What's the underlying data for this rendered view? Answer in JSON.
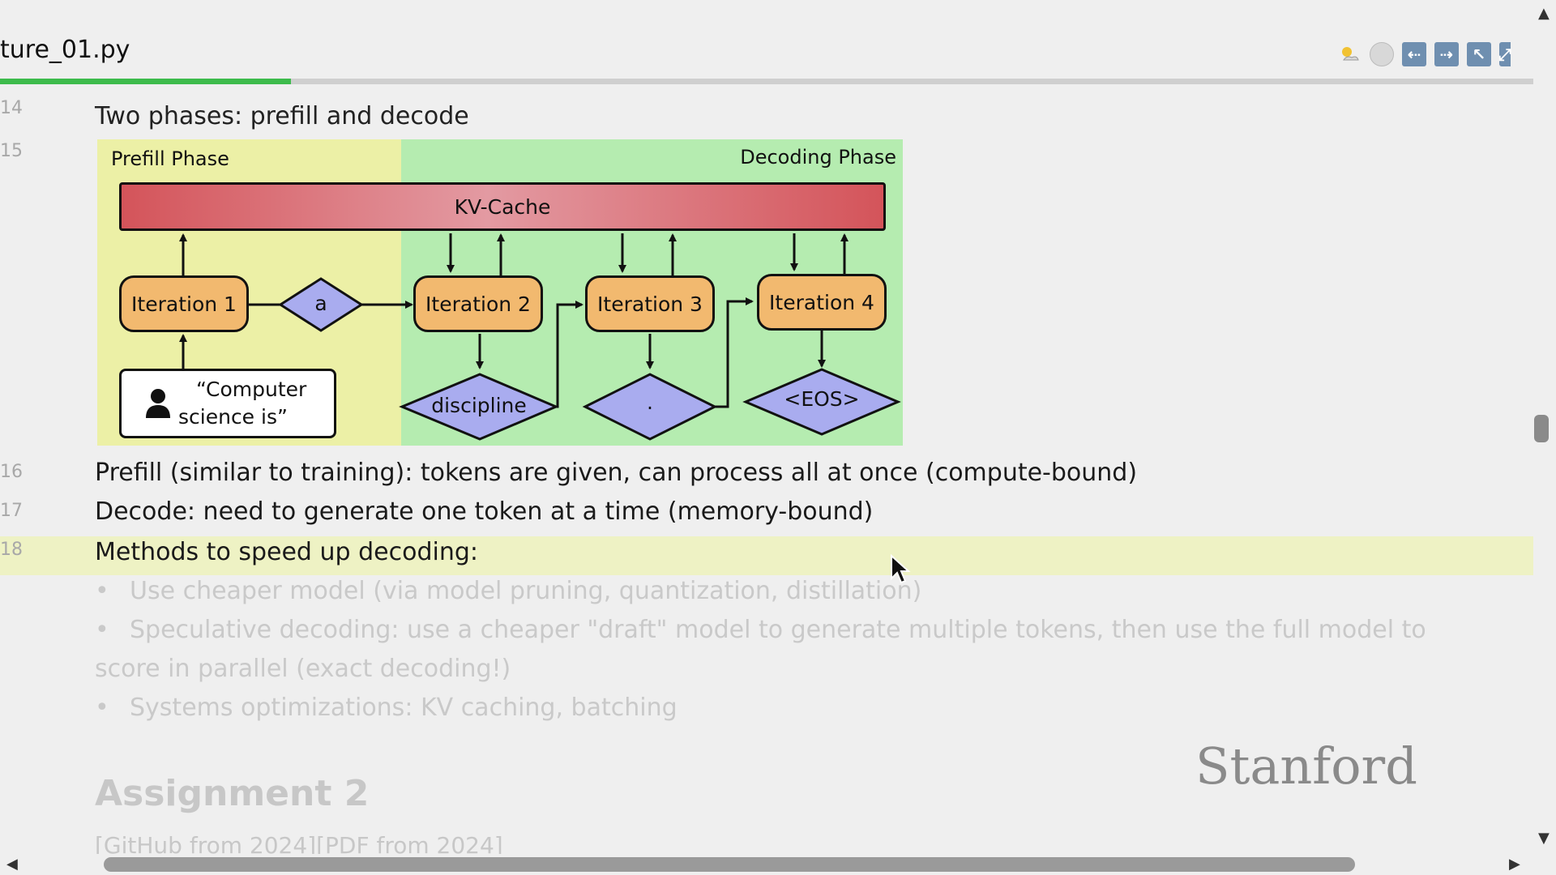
{
  "file_title": "ture_01.py",
  "progress": {
    "fraction": 0.19
  },
  "toolbar": {
    "icons": [
      "theme-icon",
      "circle-icon",
      "arrow-left-icon",
      "arrow-right-icon",
      "arrow-up-left-icon",
      "expand-icon"
    ],
    "glyphs": {
      "left": "⇠",
      "right": "⇢",
      "upleft": "↖",
      "expand": "⤢"
    }
  },
  "lines": {
    "top_cut": {
      "number": "14",
      "text": "Two phases: prefill and decode"
    },
    "l15": {
      "number": "15"
    },
    "l16": {
      "number": "16",
      "text": "Prefill (similar to training): tokens are given, can process all at once (compute-bound)"
    },
    "l17": {
      "number": "17",
      "text": "Decode: need to generate one token at a time (memory-bound)"
    },
    "l18": {
      "number": "18",
      "text": "Methods to speed up decoding:"
    }
  },
  "diagram": {
    "prefill_label": "Prefill Phase",
    "decoding_label": "Decoding Phase",
    "kv_cache": "KV-Cache",
    "iterations": [
      "Iteration 1",
      "Iteration 2",
      "Iteration 3",
      "Iteration 4"
    ],
    "tokens": [
      "a",
      "discipline",
      ".",
      "<EOS>"
    ],
    "prompt_line1": "“Computer",
    "prompt_line2": "science is”"
  },
  "bullets": [
    {
      "bullet": "•",
      "text": "Use cheaper model (via model pruning, quantization, distillation)"
    },
    {
      "bullet": "•",
      "text": "Speculative decoding: use a cheaper \"draft\" model to generate multiple tokens, then use the full model to",
      "continuation": "score in parallel (exact decoding!)"
    },
    {
      "bullet": "•",
      "text": "Systems optimizations: KV caching, batching"
    }
  ],
  "assignment_heading": "Assignment 2",
  "assignment_links": "[GitHub from 2024][PDF from 2024]",
  "watermark": "Stanford",
  "scroll": {
    "left": "◀",
    "right": "▶",
    "up": "▲",
    "down": "▼"
  },
  "colors": {
    "progress": "#3dbb4c",
    "prefill_bg": "#ecf0a6",
    "decode_bg": "#b5ecb0",
    "kv_cache": "#d4545a",
    "iteration": "#f2b96f",
    "token_diamond": "#a9acef",
    "highlight": "#eef2c4"
  }
}
